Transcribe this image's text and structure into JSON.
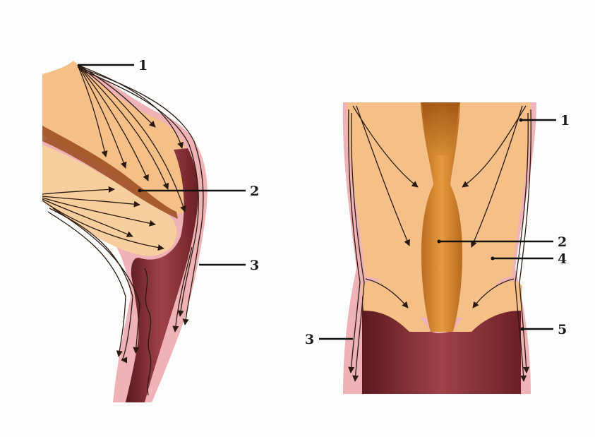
{
  "figures": [
    {
      "id": "left",
      "labels": [
        "1",
        "2",
        "3"
      ]
    },
    {
      "id": "right",
      "labels": [
        "1",
        "2",
        "4",
        "3",
        "5"
      ]
    }
  ],
  "colors": {
    "tissue": "#f4c088",
    "tissue_light": "#f7cf9e",
    "pink_layer": "#efb2b6",
    "dark_lumen": "#7a2a2a",
    "canal": "#c87a2a",
    "arrow": "#2a1a10"
  }
}
